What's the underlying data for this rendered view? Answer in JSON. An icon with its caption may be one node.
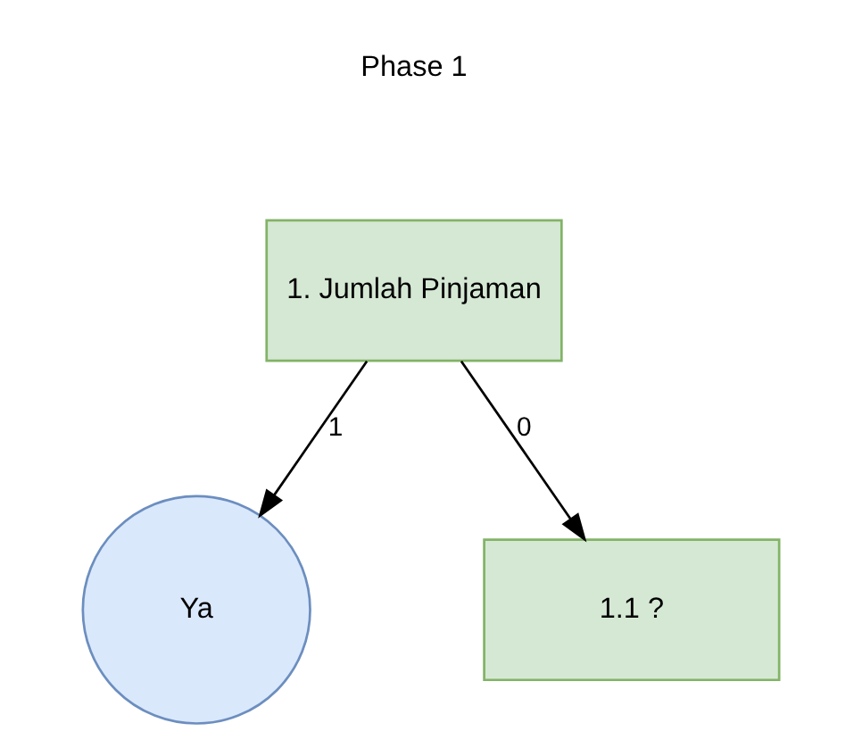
{
  "diagram": {
    "nodes": [
      {
        "text": [
          "1. Jumlah Pinjaman"
        ]
      },
      {
        "text": [
          "Ya"
        ]
      },
      {
        "text": [
          "1.1 ?"
        ]
      }
    ],
    "edges": [
      {
        "from": 0,
        "to": 1,
        "arrow": "to",
        "label": "1"
      },
      {
        "from": 0,
        "to": 2,
        "arrow": "to",
        "label": "0"
      }
    ],
    "labels": [
      "Phase 1"
    ]
  }
}
